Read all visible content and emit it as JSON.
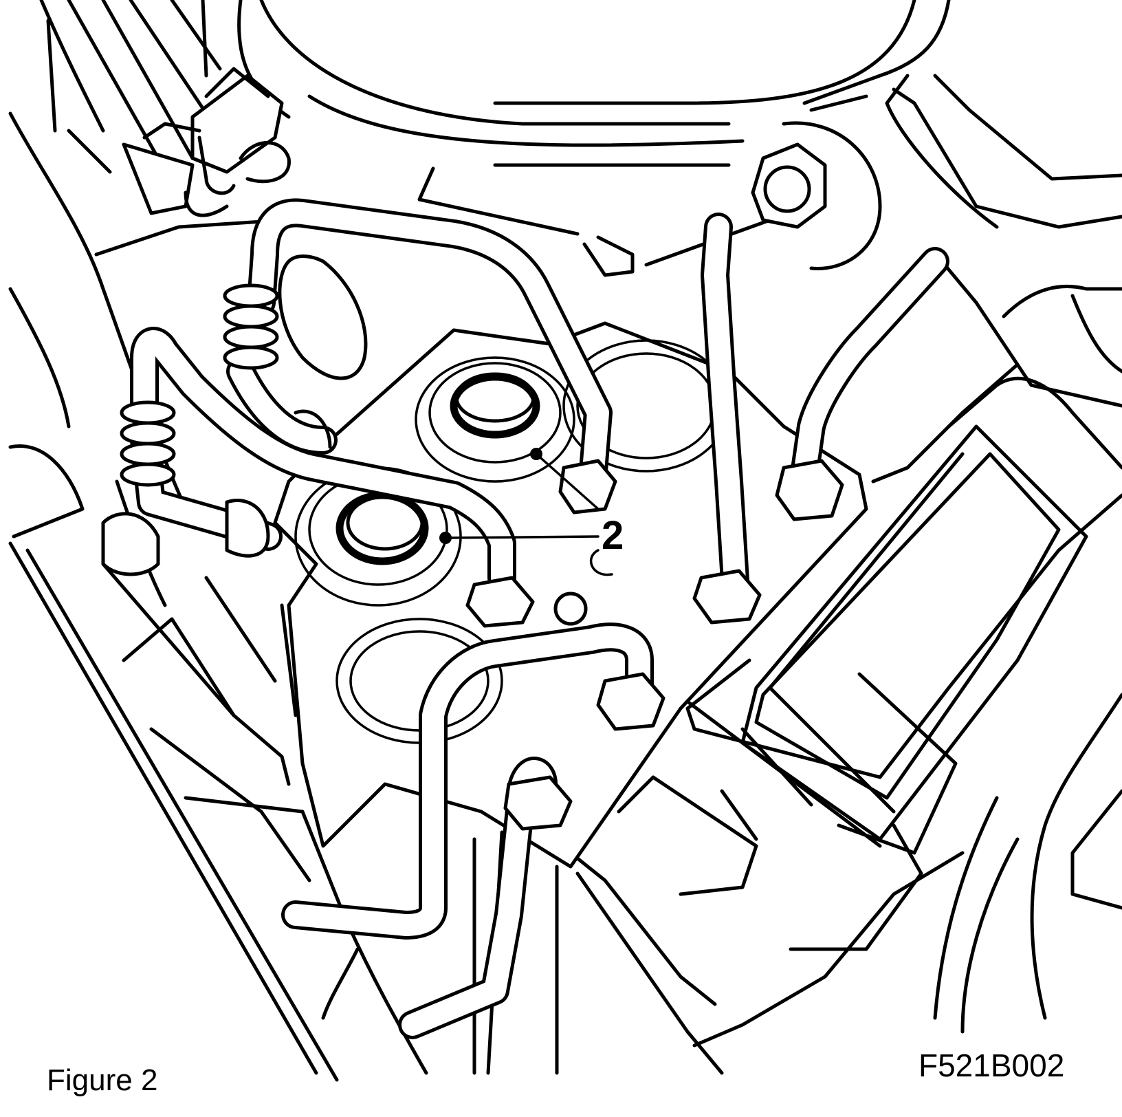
{
  "figure": {
    "caption": "Figure 2",
    "figure_id": "F521B002",
    "callout_label": "2"
  },
  "colors": {
    "line": "#000000",
    "background": "#ffffff"
  }
}
